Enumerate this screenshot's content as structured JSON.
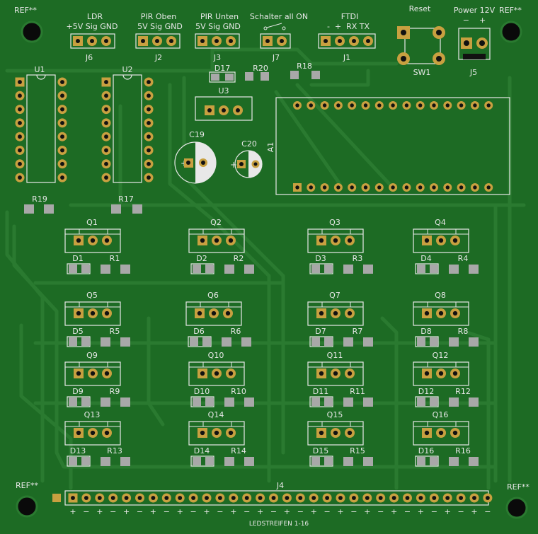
{
  "colors": {
    "board": "#1d6b24",
    "copper": "#2a7a30",
    "pad": "#c8a040",
    "silk": "#e8e8e8",
    "smd": "#a8a8a8"
  },
  "mount_holes": [
    {
      "label": "REF**"
    },
    {
      "label": "REF**"
    },
    {
      "label": "REF**"
    },
    {
      "label": "REF**"
    }
  ],
  "headers": {
    "j6": {
      "ref": "J6",
      "title": "LDR",
      "pins": "+5V Sig GND"
    },
    "j2": {
      "ref": "J2",
      "title": "PIR Oben",
      "pins": "5V Sig GND"
    },
    "j3": {
      "ref": "J3",
      "title": "PIR Unten",
      "pins": "5V Sig GND"
    },
    "j7": {
      "ref": "J7",
      "title": "Schalter all ON"
    },
    "j1": {
      "ref": "J1",
      "title": "FTDI",
      "pins": "-  +  RX TX"
    },
    "sw1": {
      "ref": "SW1",
      "title": "Reset"
    },
    "j5": {
      "ref": "J5",
      "title": "Power 12V",
      "pins": "−    +"
    }
  },
  "ics": {
    "u1": "U1",
    "u2": "U2",
    "u3": "U3",
    "a1": "A1"
  },
  "caps": {
    "c19": "C19",
    "c20": "C20"
  },
  "small": {
    "d17": "D17",
    "r20": "R20",
    "r18": "R18",
    "r19": "R19",
    "r17": "R17"
  },
  "transistor_cells": [
    {
      "q": "Q1",
      "d": "D1",
      "r": "R1"
    },
    {
      "q": "Q2",
      "d": "D2",
      "r": "R2"
    },
    {
      "q": "Q3",
      "d": "D3",
      "r": "R3"
    },
    {
      "q": "Q4",
      "d": "D4",
      "r": "R4"
    },
    {
      "q": "Q5",
      "d": "D5",
      "r": "R5"
    },
    {
      "q": "Q6",
      "d": "D6",
      "r": "R6"
    },
    {
      "q": "Q7",
      "d": "D7",
      "r": "R7"
    },
    {
      "q": "Q8",
      "d": "D8",
      "r": "R8"
    },
    {
      "q": "Q9",
      "d": "D9",
      "r": "R9"
    },
    {
      "q": "Q10",
      "d": "D10",
      "r": "R10"
    },
    {
      "q": "Q11",
      "d": "D11",
      "r": "R11"
    },
    {
      "q": "Q12",
      "d": "D12",
      "r": "R12"
    },
    {
      "q": "Q13",
      "d": "D13",
      "r": "R13"
    },
    {
      "q": "Q14",
      "d": "D14",
      "r": "R14"
    },
    {
      "q": "Q15",
      "d": "D15",
      "r": "R15"
    },
    {
      "q": "Q16",
      "d": "D16",
      "r": "R16"
    }
  ],
  "j4": {
    "ref": "J4",
    "caption": "LEDSTREIFEN 1-16",
    "pin_polarity": [
      "+",
      "−"
    ]
  }
}
